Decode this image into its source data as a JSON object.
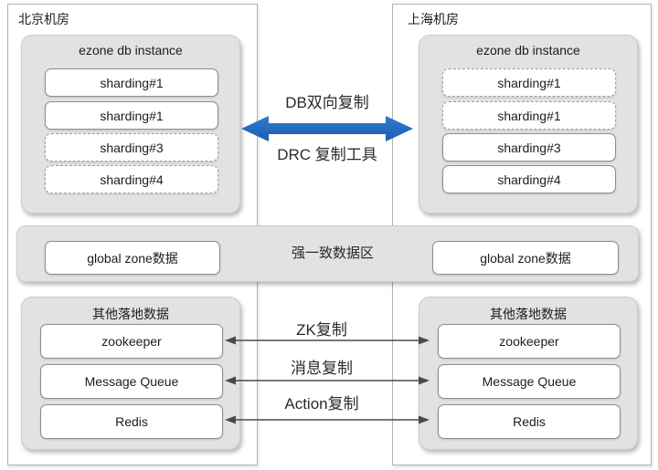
{
  "left_dc": {
    "title": "北京机房",
    "ezone": {
      "title": "ezone db instance",
      "shards": [
        {
          "label": "sharding#1",
          "border": "solid"
        },
        {
          "label": "sharding#1",
          "border": "solid"
        },
        {
          "label": "sharding#3",
          "border": "dashed"
        },
        {
          "label": "sharding#4",
          "border": "dashed"
        }
      ]
    },
    "global_zone": {
      "label": "global zone数据"
    },
    "landing": {
      "title": "其他落地数据",
      "items": [
        "zookeeper",
        "Message Queue",
        "Redis"
      ]
    }
  },
  "right_dc": {
    "title": "上海机房",
    "ezone": {
      "title": "ezone db instance",
      "shards": [
        {
          "label": "sharding#1",
          "border": "dashed"
        },
        {
          "label": "sharding#1",
          "border": "dashed"
        },
        {
          "label": "sharding#3",
          "border": "solid"
        },
        {
          "label": "sharding#4",
          "border": "solid"
        }
      ]
    },
    "global_zone": {
      "label": "global zone数据"
    },
    "landing": {
      "title": "其他落地数据",
      "items": [
        "zookeeper",
        "Message Queue",
        "Redis"
      ]
    }
  },
  "center": {
    "db_replication_label": "DB双向复制",
    "drc_tool_label": "DRC 复制工具",
    "strong_consistency_label": "强一致数据区",
    "replication_links": [
      "ZK复制",
      "消息复制",
      "Action复制"
    ]
  },
  "colors": {
    "big_arrow_blue": "#2272c8",
    "big_arrow_blue_dark": "#1a5fb4",
    "panel_gray": "#e2e2e2",
    "thin_arrow_gray": "#4a4a4a",
    "border_gray": "#8d8d8d"
  }
}
